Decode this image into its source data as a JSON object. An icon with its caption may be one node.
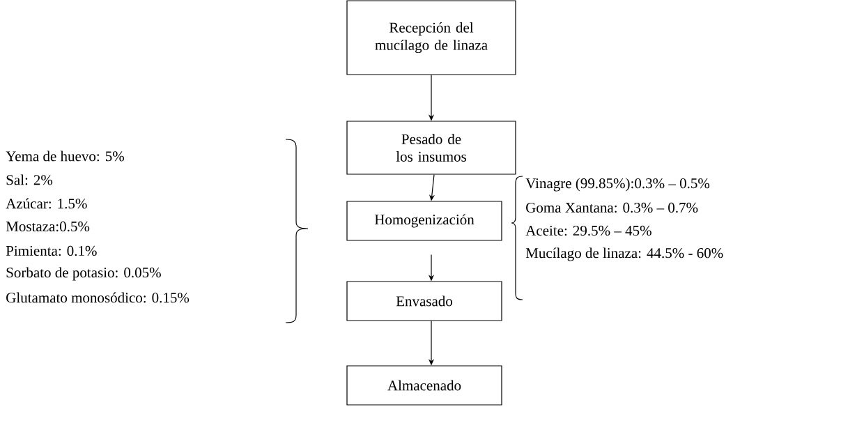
{
  "diagram": {
    "nodes": [
      {
        "text": [
          "Recepción del mucílago de linaza"
        ]
      },
      {
        "text": [
          "Pesado de los insumos"
        ]
      },
      {
        "text": [
          "Homogenización"
        ]
      },
      {
        "text": [
          "Envasado"
        ]
      },
      {
        "text": [
          "Almacenado"
        ]
      }
    ],
    "edges": [
      {
        "from": 0,
        "to": 1,
        "arrow": "to"
      },
      {
        "from": 1,
        "to": 2,
        "arrow": "to"
      },
      {
        "from": 2,
        "to": 3,
        "arrow": "to"
      },
      {
        "from": 3,
        "to": 4,
        "arrow": "to"
      }
    ],
    "labels": [
      "Yema de huevo: 5%",
      "Sal: 2%",
      "Azúcar: 1.5%",
      "Mostaza:0.5%",
      "Pimienta: 0.1%",
      "Sorbato de potasio: 0.05%",
      "Glutamato monosódico: 0.15%",
      "Vinagre (99.85%):0.3% – 0.5%",
      "Goma Xantana: 0.3% – 0.7%",
      "Aceite: 29.5% – 45%",
      "Mucílago de linaza: 44.5% - 60%"
    ]
  }
}
